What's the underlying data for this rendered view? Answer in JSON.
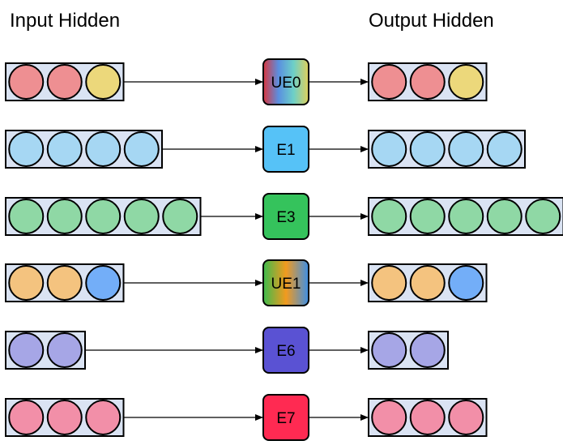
{
  "headers": {
    "input": "Input Hidden",
    "output": "Output Hidden"
  },
  "palette": {
    "red": "#ee8f92",
    "yellow": "#ecd87b",
    "lightblue": "#a6d7f3",
    "green": "#8fd8a5",
    "orange": "#f4c37f",
    "blue": "#73aef8",
    "purple": "#a6a6e6",
    "pink": "#f28fa8"
  },
  "rows": [
    {
      "cells": [
        "red",
        "red",
        "yellow"
      ],
      "expert": {
        "label": "UE0",
        "gradient": [
          "#d9363e",
          "#5a8fe0",
          "#6dd0c8",
          "#e0d05a"
        ]
      }
    },
    {
      "cells": [
        "lightblue",
        "lightblue",
        "lightblue",
        "lightblue"
      ],
      "expert": {
        "label": "E1",
        "fill": "#56c2f7"
      }
    },
    {
      "cells": [
        "green",
        "green",
        "green",
        "green",
        "green"
      ],
      "expert": {
        "label": "E3",
        "fill": "#35c35c"
      }
    },
    {
      "cells": [
        "orange",
        "orange",
        "blue"
      ],
      "expert": {
        "label": "UE1",
        "gradient": [
          "#3dbb4d",
          "#f29a1e",
          "#3d8fe6"
        ]
      }
    },
    {
      "cells": [
        "purple",
        "purple"
      ],
      "expert": {
        "label": "E6",
        "fill": "#5a52d3"
      }
    },
    {
      "cells": [
        "pink",
        "pink",
        "pink"
      ],
      "expert": {
        "label": "E7",
        "fill": "#ff2a52"
      }
    }
  ]
}
